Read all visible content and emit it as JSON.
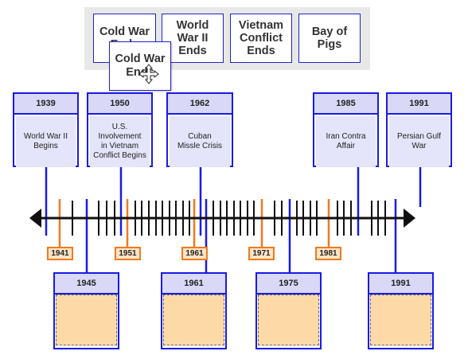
{
  "card_bank": {
    "cards": [
      {
        "label": "Cold War\nEnds"
      },
      {
        "label": "World\nWar II\nEnds"
      },
      {
        "label": "Vietnam\nConflict\nEnds"
      },
      {
        "label": "Bay of\nPigs"
      }
    ],
    "dragging": {
      "label": "Cold War\nEnds"
    }
  },
  "top_events": [
    {
      "year": "1939",
      "event": "World War II\nBegins"
    },
    {
      "year": "1950",
      "event": "U.S.\nInvolvement\nin Vietnam\nConflict Begins"
    },
    {
      "year": "1962",
      "event": "Cuban\nMissle Crisis"
    },
    {
      "year": "1985",
      "event": "Iran Contra\nAffair"
    },
    {
      "year": "1991",
      "event": "Persian Gulf\nWar"
    }
  ],
  "markers": [
    "1941",
    "1951",
    "1961",
    "1971",
    "1981"
  ],
  "drop_targets": [
    {
      "year": "1945"
    },
    {
      "year": "1961"
    },
    {
      "year": "1975"
    },
    {
      "year": "1991"
    }
  ],
  "colors": {
    "card_border": "#1a1ae6",
    "marker": "#f07a1f",
    "slot_fill": "#fdd9a8",
    "bank_bg": "#e8e8e8"
  },
  "icons": {
    "cursor": "move-cursor-icon",
    "arrows": "arrowhead-icon"
  }
}
